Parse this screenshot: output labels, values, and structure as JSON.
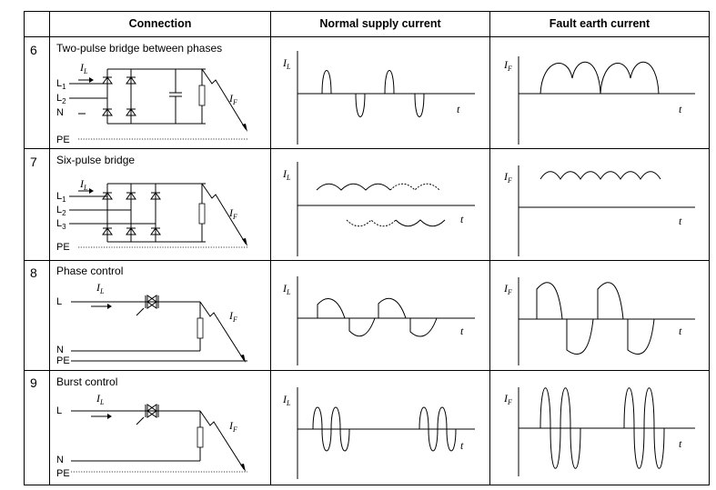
{
  "headers": {
    "connection": "Connection",
    "normal": "Normal supply current",
    "fault": "Fault earth current"
  },
  "rows": [
    {
      "number": "6",
      "title": "Two-pulse bridge between phases"
    },
    {
      "number": "7",
      "title": "Six-pulse bridge"
    },
    {
      "number": "8",
      "title": "Phase control"
    },
    {
      "number": "9",
      "title": "Burst control"
    }
  ],
  "labels": {
    "I": "I",
    "L_sub": "L",
    "F_sub": "F",
    "t": "t",
    "L": "L",
    "L1": "L",
    "L2": "L",
    "L3": "L",
    "s1": "1",
    "s2": "2",
    "s3": "3",
    "N": "N",
    "PE": "PE"
  }
}
